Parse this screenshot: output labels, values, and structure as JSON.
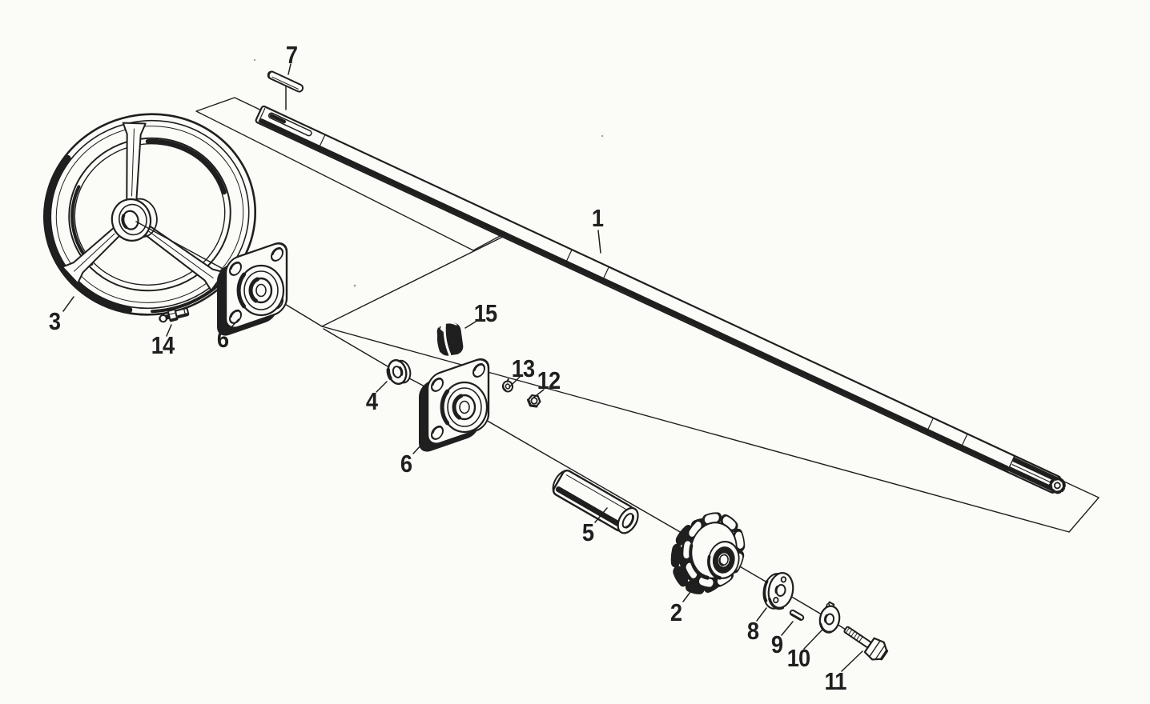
{
  "diagram": {
    "kind": "exploded-parts-diagram",
    "colors": {
      "paper": "#fbfbf8",
      "ink": "#1f1f1f"
    },
    "callouts": [
      {
        "text": "1"
      },
      {
        "text": "2"
      },
      {
        "text": "3"
      },
      {
        "text": "4"
      },
      {
        "text": "5"
      },
      {
        "text": "6"
      },
      {
        "text": "6"
      },
      {
        "text": "7"
      },
      {
        "text": "8"
      },
      {
        "text": "9"
      },
      {
        "text": "10"
      },
      {
        "text": "11"
      },
      {
        "text": "12"
      },
      {
        "text": "13"
      },
      {
        "text": "14"
      },
      {
        "text": "15"
      }
    ]
  }
}
